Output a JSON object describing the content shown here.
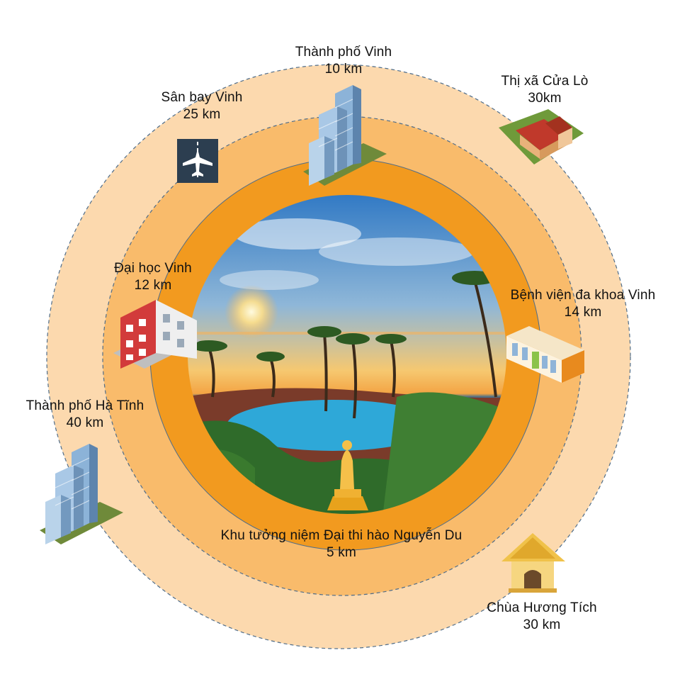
{
  "colors": {
    "outer_ring": "#FCD9AE",
    "middle_ring": "#F9BB6B",
    "inner_ring": "#F29A1F",
    "ring_stroke": "#4f6d8a"
  },
  "center": {
    "icon": "resort-beach-sunset-photo"
  },
  "locations": [
    {
      "id": "thanh-pho-vinh",
      "name": "Thành phố Vinh",
      "distance": "10 km",
      "icon": "skyscraper-icon"
    },
    {
      "id": "san-bay-vinh",
      "name": "Sân bay Vinh",
      "distance": "25 km",
      "icon": "airplane-runway-icon"
    },
    {
      "id": "thi-xa-cua-lo",
      "name": "Thị xã Cửa Lò",
      "distance": "30km",
      "icon": "house-icon"
    },
    {
      "id": "dai-hoc-vinh",
      "name": "Đại học Vinh",
      "distance": "12 km",
      "icon": "university-building-icon"
    },
    {
      "id": "benh-vien",
      "name": "Bệnh viện đa khoa Vinh",
      "distance": "14 km",
      "icon": "hospital-building-icon"
    },
    {
      "id": "ha-tinh",
      "name": "Thành phố Hà Tĩnh",
      "distance": "40 km",
      "icon": "skyscraper-icon"
    },
    {
      "id": "nguyen-du",
      "name": "Khu tưởng niệm Đại thi hào Nguyễn Du",
      "distance": "5 km",
      "icon": "memorial-statue-icon"
    },
    {
      "id": "chua-huong-tich",
      "name": "Chùa Hương Tích",
      "distance": "30 km",
      "icon": "pagoda-icon"
    }
  ]
}
